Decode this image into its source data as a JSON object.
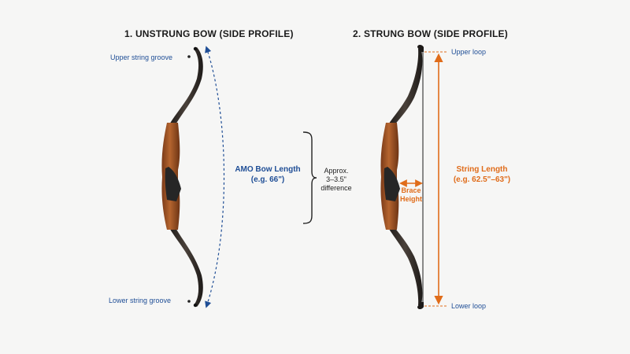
{
  "left_panel": {
    "title": "1. UNSTRUNG BOW (SIDE PROFILE)",
    "upper_label": "Upper string groove",
    "lower_label": "Lower string groove",
    "length_label": "AMO Bow Length",
    "length_value": "(e.g. 66\")"
  },
  "middle": {
    "diff_line1": "Approx.",
    "diff_line2": "3–3.5\"",
    "diff_line3": "difference"
  },
  "right_panel": {
    "title": "2. STRUNG BOW (SIDE PROFILE)",
    "upper_label": "Upper loop",
    "lower_label": "Lower loop",
    "brace_line1": "Brace",
    "brace_line2": "Height",
    "string_label": "String Length",
    "string_value": "(e.g. 62.5\"–63\")"
  },
  "colors": {
    "blue": "#1f4e96",
    "orange": "#e06c1a",
    "limb_dark": "#2b2623",
    "riser_wood": "#a5582c",
    "grip": "#262626"
  }
}
